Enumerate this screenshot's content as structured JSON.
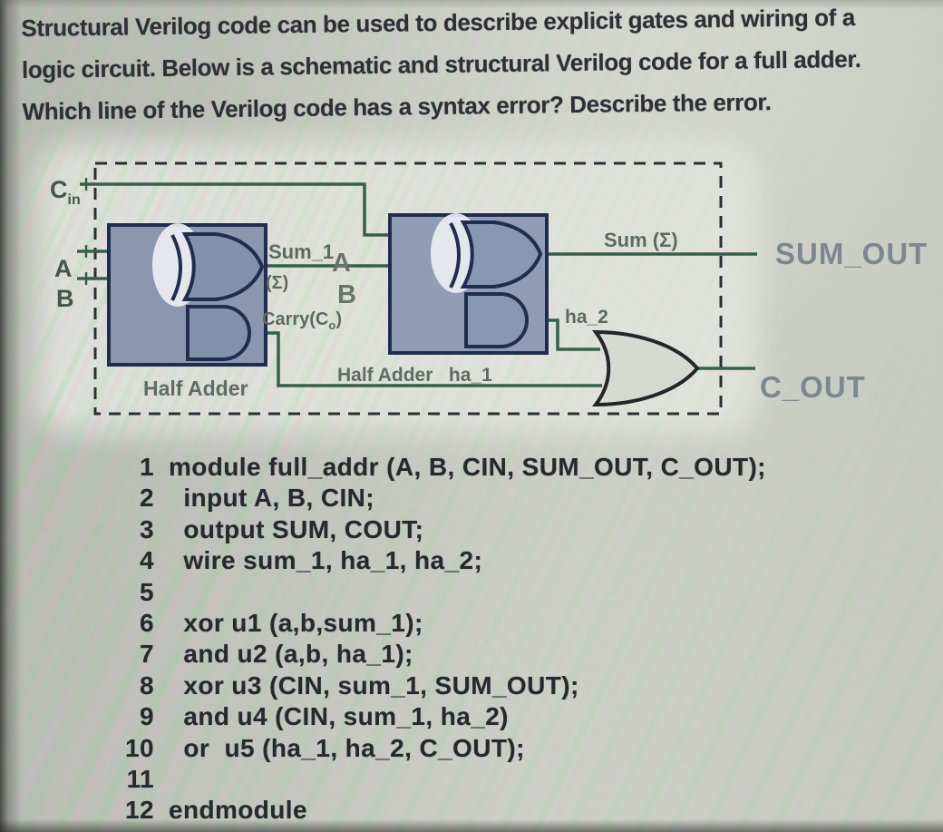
{
  "question": {
    "line1": "Structural Verilog code can be used to describe explicit gates and wiring of a",
    "line2": "logic circuit. Below is a schematic and structural Verilog code for a full adder.",
    "line3": "Which line of the Verilog code has a syntax error? Describe the error."
  },
  "schematic": {
    "input_cin_base": "C",
    "input_cin_sub": "in",
    "input_a": "A",
    "input_b": "B",
    "ha1": {
      "caption": "Half Adder",
      "sum_wire_label": "Sum_1",
      "sum_symbol": "(Σ)",
      "carry_pre": "Carry(C",
      "carry_sub": "o",
      "carry_post": ")"
    },
    "ha2": {
      "caption": "Half Adder   ha_1",
      "port_a": "A",
      "port_b": "B",
      "sum_label": "Sum (Σ)",
      "carry_wire_label": "ha_2"
    },
    "output_sum": "SUM_OUT",
    "output_carry": "C_OUT"
  },
  "code": {
    "lines": [
      {
        "num": "1",
        "text": "module full_addr (A, B, CIN, SUM_OUT, C_OUT);"
      },
      {
        "num": "2",
        "text": "  input A, B, CIN;"
      },
      {
        "num": "3",
        "text": "  output SUM, COUT;"
      },
      {
        "num": "4",
        "text": "  wire sum_1, ha_1, ha_2;"
      },
      {
        "num": "5",
        "text": ""
      },
      {
        "num": "6",
        "text": "  xor u1 (a,b,sum_1);"
      },
      {
        "num": "7",
        "text": "  and u2 (a,b, ha_1);"
      },
      {
        "num": "8",
        "text": "  xor u3 (CIN, sum_1, SUM_OUT);"
      },
      {
        "num": "9",
        "text": "  and u4 (CIN, sum_1, ha_2)"
      },
      {
        "num": "10",
        "text": "  or  u5 (ha_1, ha_2, C_OUT);"
      },
      {
        "num": "11",
        "text": ""
      },
      {
        "num": "12",
        "text": "endmodule"
      }
    ]
  },
  "colors": {
    "wire_green": "#35604a",
    "gate_outline": "#212d4f",
    "half_adder_fill": "#8b96b0",
    "dashed_border": "#2b2e34",
    "label_gray": "#5c6a63",
    "output_label_gray": "#7d8790",
    "code_text": "#26292e",
    "background": "#c2c6bd"
  }
}
